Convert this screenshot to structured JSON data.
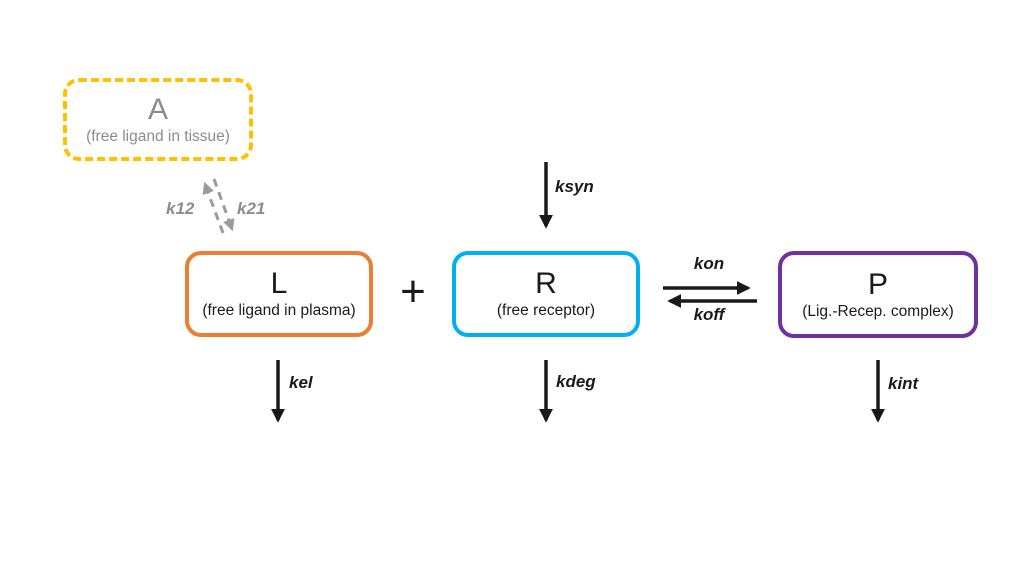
{
  "diagram": {
    "description": "Target-mediated drug disposition (TMDD) compartment model",
    "compartments": {
      "A": {
        "label": "A",
        "sublabel": "(free ligand in tissue)",
        "border_color": "#FFC000",
        "border_style": "dashed",
        "text_color": "#8c8c8c"
      },
      "L": {
        "label": "L",
        "sublabel": "(free ligand in plasma)",
        "border_color": "#ED7D31",
        "border_style": "solid",
        "text_color": "#1a1a1a"
      },
      "R": {
        "label": "R",
        "sublabel": "(free receptor)",
        "border_color": "#00B0F0",
        "border_style": "solid",
        "text_color": "#1a1a1a"
      },
      "P": {
        "label": "P",
        "sublabel": "(Lig.-Recep. complex)",
        "border_color": "#7030A0",
        "border_style": "solid",
        "text_color": "#1a1a1a"
      }
    },
    "operator": "+",
    "rate_labels": {
      "ksyn": "ksyn",
      "kel": "kel",
      "kdeg": "kdeg",
      "kint": "kint",
      "kon": "kon",
      "koff": "koff",
      "k12": "k12",
      "k21": "k21"
    },
    "colors": {
      "solid_arrow": "#1a1a1a",
      "dashed_arrow": "#9b9b9b",
      "gray_label": "#8c8c8c"
    }
  }
}
